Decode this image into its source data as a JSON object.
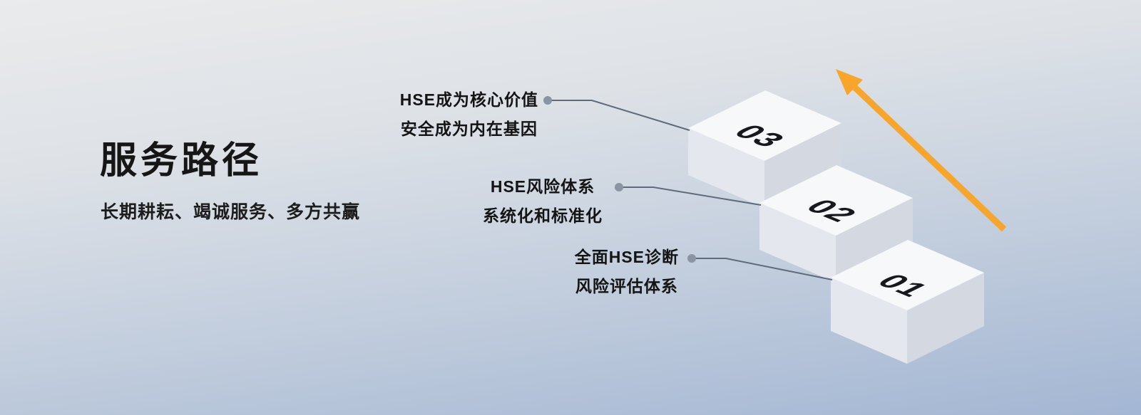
{
  "slide": {
    "title": "服务路径",
    "subtitle": "长期耕耘、竭诚服务、多方共赢"
  },
  "steps": [
    {
      "number": "03",
      "label_line1": "HSE成为核心价值",
      "label_line2": "安全成为内在基因"
    },
    {
      "number": "02",
      "label_line1": "HSE风险体系",
      "label_line2": "系统化和标准化"
    },
    {
      "number": "01",
      "label_line1": "全面HSE诊断",
      "label_line2": "风险评估体系"
    }
  ],
  "colors": {
    "background_top": "#eaebec",
    "background_bottom": "#a3b6d3",
    "step_top_face": "#f7f8fa",
    "step_front_face": "#e4e8ee",
    "step_side_face": "#d3d8e1",
    "connector_line": "#5f6b7a",
    "connector_dot": "#8a94a2",
    "arrow": "#F7A52B",
    "text": "#161616"
  }
}
